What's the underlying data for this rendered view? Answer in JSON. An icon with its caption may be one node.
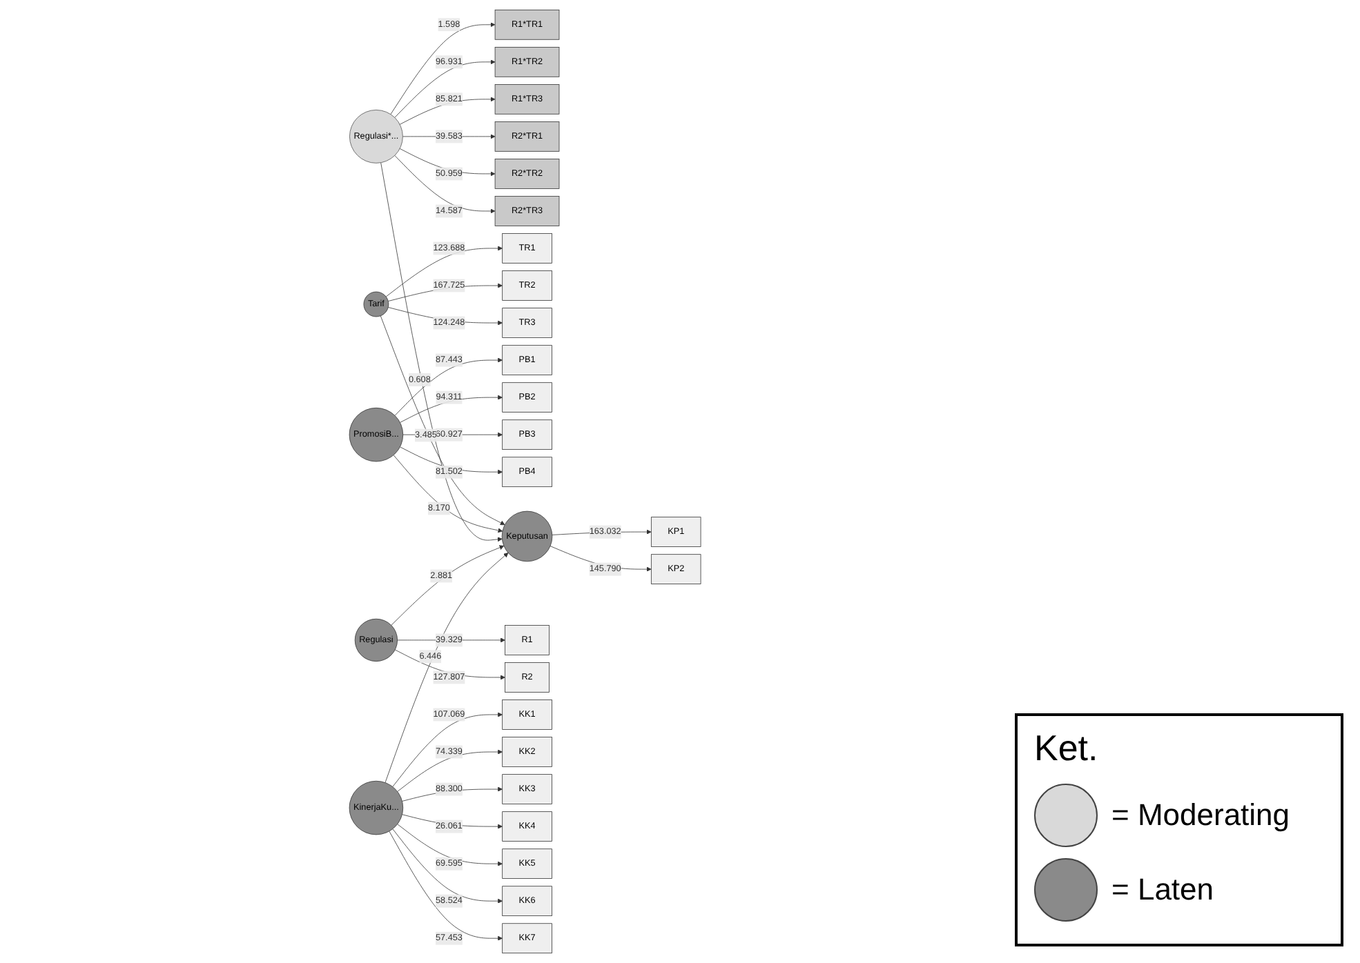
{
  "diagram": {
    "nodes": [
      {
        "text": [
          "R1*TR1"
        ]
      },
      {
        "text": [
          "R1*TR2"
        ]
      },
      {
        "text": [
          "R1*TR3"
        ]
      },
      {
        "text": [
          "R2*TR1"
        ]
      },
      {
        "text": [
          "R2*TR2"
        ]
      },
      {
        "text": [
          "R2*TR3"
        ]
      },
      {
        "text": [
          "Regulasi*..."
        ]
      },
      {
        "text": [
          "TR1"
        ]
      },
      {
        "text": [
          "TR2"
        ]
      },
      {
        "text": [
          "TR3"
        ]
      },
      {
        "text": [
          "Tarif"
        ]
      },
      {
        "text": [
          "PB1"
        ]
      },
      {
        "text": [
          "PB2"
        ]
      },
      {
        "text": [
          "PB3"
        ]
      },
      {
        "text": [
          "PB4"
        ]
      },
      {
        "text": [
          "PromosiB..."
        ]
      },
      {
        "text": [
          "Keputusan"
        ]
      },
      {
        "text": [
          "Regulasi"
        ]
      },
      {
        "text": [
          "R1"
        ]
      },
      {
        "text": [
          "R2"
        ]
      },
      {
        "text": [
          "KP1"
        ]
      },
      {
        "text": [
          "KP2"
        ]
      },
      {
        "text": [
          "KK1"
        ]
      },
      {
        "text": [
          "KK2"
        ]
      },
      {
        "text": [
          "KK3"
        ]
      },
      {
        "text": [
          "KK4"
        ]
      },
      {
        "text": [
          "KK5"
        ]
      },
      {
        "text": [
          "KK6"
        ]
      },
      {
        "text": [
          "KK7"
        ]
      },
      {
        "text": [
          "KinerjaKu..."
        ]
      }
    ],
    "edges": [
      {
        "from": 6,
        "to": 0,
        "arrow": "to",
        "label": "1.598"
      },
      {
        "from": 6,
        "to": 1,
        "arrow": "to",
        "label": "96.931"
      },
      {
        "from": 6,
        "to": 2,
        "arrow": "to",
        "label": "85.821"
      },
      {
        "from": 6,
        "to": 3,
        "arrow": "to",
        "label": "39.583"
      },
      {
        "from": 6,
        "to": 4,
        "arrow": "to",
        "label": "50.959"
      },
      {
        "from": 6,
        "to": 5,
        "arrow": "to",
        "label": "14.587"
      },
      {
        "from": 10,
        "to": 7,
        "arrow": "to",
        "label": "123.688"
      },
      {
        "from": 10,
        "to": 8,
        "arrow": "to",
        "label": "167.725"
      },
      {
        "from": 10,
        "to": 9,
        "arrow": "to",
        "label": "124.248"
      },
      {
        "from": 15,
        "to": 11,
        "arrow": "to",
        "label": "87.443"
      },
      {
        "from": 15,
        "to": 12,
        "arrow": "to",
        "label": "94.311"
      },
      {
        "from": 15,
        "to": 13,
        "arrow": "to",
        "label": "60.927"
      },
      {
        "from": 15,
        "to": 14,
        "arrow": "to",
        "label": "81.502"
      },
      {
        "from": 10,
        "to": 16,
        "arrow": "to",
        "label": "3.485"
      },
      {
        "from": 15,
        "to": 16,
        "arrow": "to",
        "label": "8.170"
      },
      {
        "from": 6,
        "to": 16,
        "arrow": "to",
        "label": "0.608"
      },
      {
        "from": 17,
        "to": 16,
        "arrow": "to",
        "label": "2.881"
      },
      {
        "from": 17,
        "to": 18,
        "arrow": "to",
        "label": "39.329"
      },
      {
        "from": 17,
        "to": 19,
        "arrow": "to",
        "label": "127.807"
      },
      {
        "from": 16,
        "to": 20,
        "arrow": "to",
        "label": "163.032"
      },
      {
        "from": 16,
        "to": 21,
        "arrow": "to",
        "label": "145.790"
      },
      {
        "from": 29,
        "to": 22,
        "arrow": "to",
        "label": "107.069"
      },
      {
        "from": 29,
        "to": 23,
        "arrow": "to",
        "label": "74.339"
      },
      {
        "from": 29,
        "to": 24,
        "arrow": "to",
        "label": "88.300"
      },
      {
        "from": 29,
        "to": 25,
        "arrow": "to",
        "label": "26.061"
      },
      {
        "from": 29,
        "to": 26,
        "arrow": "to",
        "label": "69.595"
      },
      {
        "from": 29,
        "to": 27,
        "arrow": "to",
        "label": "58.524"
      },
      {
        "from": 29,
        "to": 28,
        "arrow": "to",
        "label": "57.453"
      },
      {
        "from": 29,
        "to": 16,
        "arrow": "to",
        "label": "6.446"
      }
    ],
    "labels": [
      "Ket."
    ],
    "legend": [
      {
        "text": "= Moderating",
        "color": "#d9d9d9"
      },
      {
        "text": "= Laten",
        "color": "#8a8a8a"
      }
    ]
  }
}
